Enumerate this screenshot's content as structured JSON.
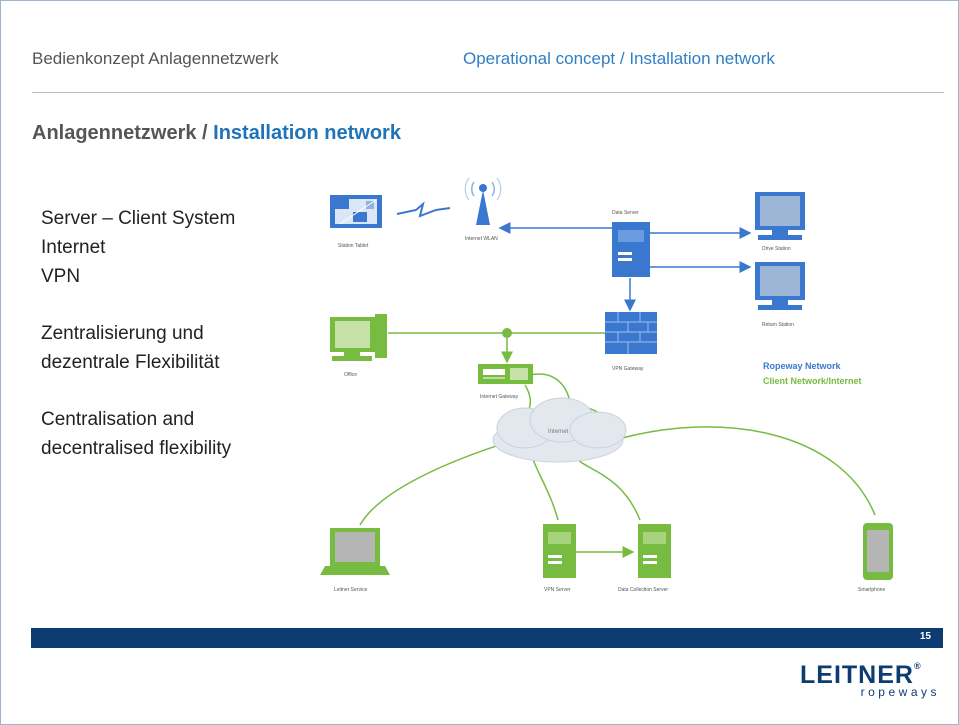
{
  "header": {
    "left_title": "Bedienkonzept Anlagennetzwerk",
    "right_title": "Operational concept / Installation network"
  },
  "section_title": {
    "prefix": "Anlagennetzwerk / ",
    "highlight": "Installation network"
  },
  "bullets": {
    "group1": [
      "Server – Client System",
      "Internet",
      "VPN"
    ],
    "group2": [
      "Zentralisierung und",
      "dezentrale Flexibilität"
    ],
    "group3": [
      "Centralisation and",
      "decentralised flexibility"
    ]
  },
  "diagram": {
    "labels": {
      "station_tablet": "Station Tablet",
      "internet_wlan": "Internet WLAN",
      "data_server": "Data Server",
      "drive_station": "Drive Station",
      "return_station": "Return Station",
      "office": "Office",
      "vpn_gateway": "VPN Gateway",
      "internet_gateway": "Internet Gateway",
      "internet": "Internet",
      "leitner_service": "Leitner Service",
      "vpn_server": "VPN Server",
      "data_collection_server": "Data Collection Server",
      "smartphone": "Smartphone"
    },
    "legend": {
      "ropeway": "Ropeway Network",
      "client": "Client Network/Internet"
    },
    "colors": {
      "ropeway": "#3a78d0",
      "client": "#77bb41"
    }
  },
  "footer": {
    "page_number": "15"
  },
  "logo": {
    "main": "LEITNER",
    "registered": "®",
    "sub": "ropeways"
  }
}
